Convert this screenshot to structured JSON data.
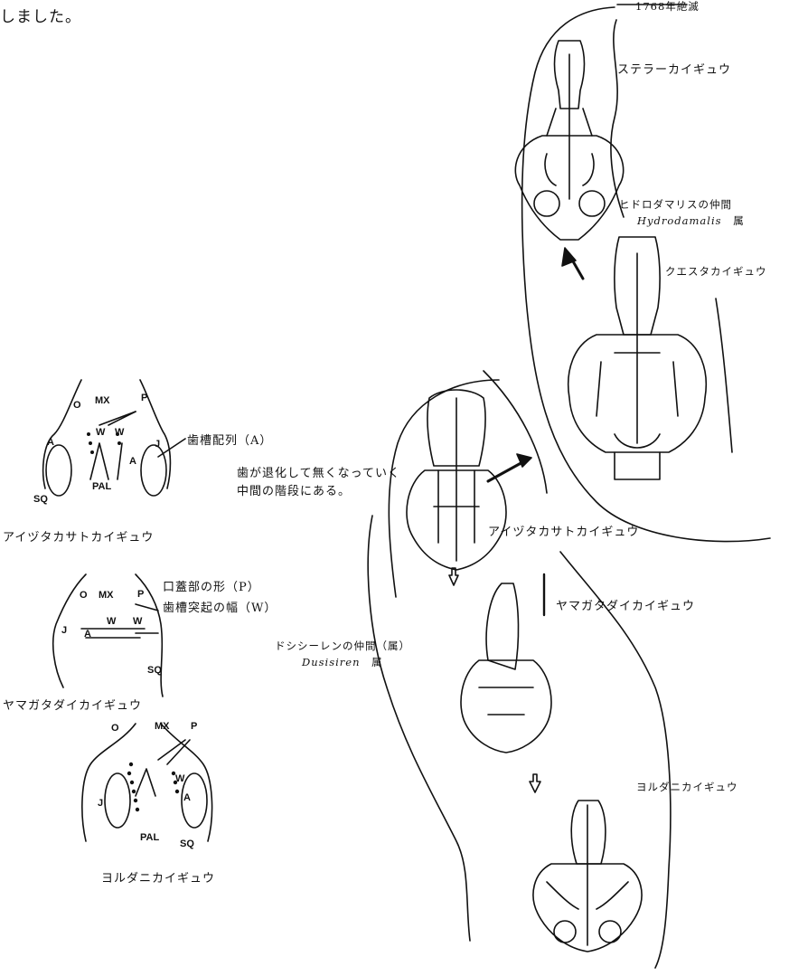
{
  "top_fragment": "しました。",
  "extinct_note": "1768年絶滅",
  "right_panel": {
    "steller": "ステラーカイギュウ",
    "hydro_group": "ヒドロダマリスの仲間",
    "hydro_genus_italic": "Hydrodamalis",
    "hydro_genus_suffix": "属",
    "cuesta": "クエスタカイギュウ",
    "aizu": "アイヅタカサトカイギュウ",
    "yamagata": "ヤマガタダイカイギュウ",
    "dusi_group": "ドシシーレンの仲間（属）",
    "dusi_genus_italic": "Dusisiren",
    "dusi_genus_suffix": "属",
    "yoruda": "ヨルダニカイギュウ"
  },
  "middle_note": {
    "line1": "歯が退化して無くなっていく",
    "line2": "中間の階段にある。"
  },
  "left_panel": {
    "legend_A": "歯槽配列（A）",
    "legend_P": "口蓋部の形（P）",
    "legend_W": "歯槽突起の幅（W）",
    "caption_aizu": "アイヅタカサトカイギュウ",
    "caption_yamagata": "ヤマガタダイカイギュウ",
    "caption_yoruda": "ヨルダニカイギュウ",
    "tags": {
      "O": "O",
      "MX": "MX",
      "P": "P",
      "W": "W",
      "A": "A",
      "J": "J",
      "SQ": "SQ",
      "PAL": "PAL"
    }
  }
}
